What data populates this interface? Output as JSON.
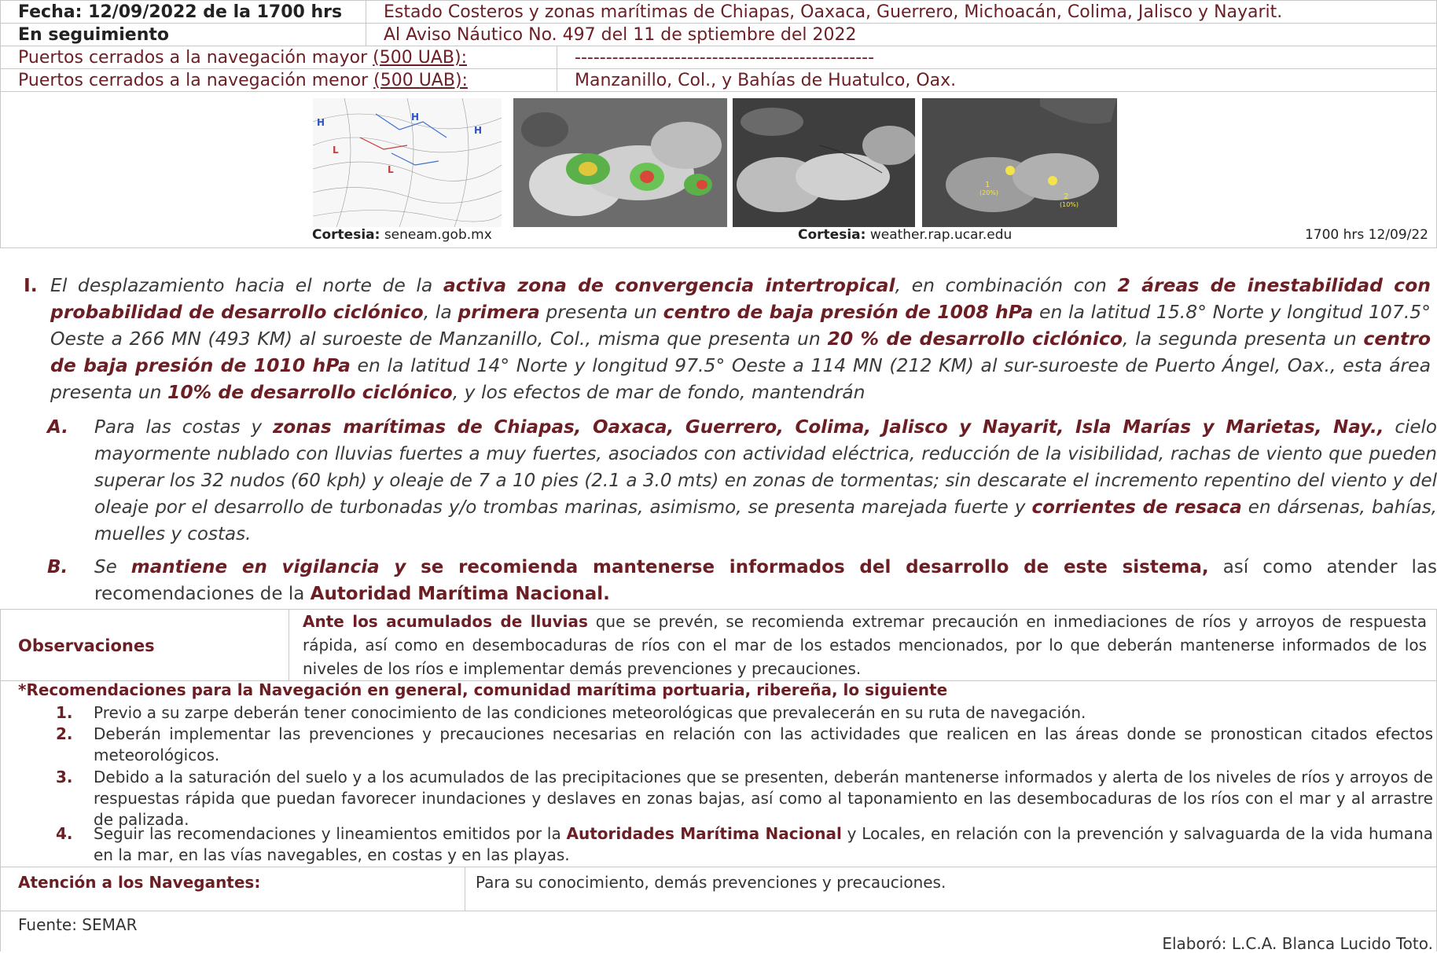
{
  "header": {
    "fecha_label": "Fecha: 12/09/2022 de la 1700 hrs",
    "fecha_value": "Estado Costeros y zonas marítimas de Chiapas, Oaxaca, Guerrero, Michoacán,  Colima, Jalisco y Nayarit.",
    "seguimiento_label": "En seguimiento",
    "seguimiento_value": "Al Aviso Náutico No. 497 del 11 de sptiembre del 2022",
    "mayor_label": "Puertos cerrados a la navegación mayor ",
    "mayor_uab": "(500 UAB):",
    "mayor_value": "------------------------------------------------",
    "menor_label": "Puertos cerrados a la navegación menor ",
    "menor_uab": "(500 UAB):",
    "menor_value": "Manzanillo, Col., y Bahías de Huatulco, Oax."
  },
  "images": {
    "credit1_bold": "Cortesia:",
    "credit1_src": " seneam.gob.mx",
    "credit2_bold": "Cortesia:",
    "credit2_src": " weather.rap.ucar.edu",
    "timestamp": "1700 hrs 12/09/22",
    "outlook_label_1": "1",
    "outlook_pct_1": "(20%)",
    "outlook_label_2": "2",
    "outlook_pct_2": "(10%)"
  },
  "section_I": {
    "numeral": "I.",
    "p1": "El desplazamiento hacia el norte de la ",
    "h1": "activa zona de convergencia intertropical",
    "p2": ", en combinación con ",
    "h2": "2 áreas de inestabilidad con probabilidad de desarrollo ciclónico",
    "p3": ", la ",
    "h3": "primera",
    "p4": " presenta un ",
    "h4": "centro de baja presión de 1008 hPa",
    "p5": " en la latitud 15.8° Norte y longitud 107.5° Oeste a 266 MN (493 KM) al suroeste de Manzanillo, Col., misma que presenta un ",
    "h5": "20 % de desarrollo ciclónico",
    "p6": ", la segunda presenta un ",
    "h6": "centro de baja presión de 1010 hPa",
    "p7": " en la latitud 14° Norte y longitud 97.5° Oeste a 114 MN (212 KM) al sur-suroeste de Puerto Ángel, Oax., esta área presenta un ",
    "h7": "10% de desarrollo ciclónico",
    "p8": ",  y los efectos de mar de fondo, mantendrán"
  },
  "section_A": {
    "letter": "A.",
    "p1": "Para las costas y ",
    "h1": "zonas marítimas de Chiapas, Oaxaca, Guerrero, Colima, Jalisco y Nayarit, Isla Marías y Marietas, Nay.,",
    "p2": " cielo mayormente nublado con lluvias fuertes a muy fuertes, asociados con actividad eléctrica, reducción de la visibilidad, rachas de viento que pueden superar los 32 nudos (60 kph) y oleaje de 7 a 10 pies (2.1 a 3.0 mts) en zonas de tormentas; sin descarate el incremento repentino del viento y del oleaje por el desarrollo de turbonadas y/o trombas marinas, asimismo, se presenta marejada fuerte y ",
    "h2": "corrientes de resaca",
    "p3": " en dársenas, bahías, muelles y costas."
  },
  "section_B": {
    "letter": "B.",
    "p1": "Se ",
    "h1": "mantiene en vigilancia y",
    "h2": " se recomienda mantenerse informados del desarrollo de este sistema,",
    "p2": " así como atender las recomendaciones de la ",
    "h3": "Autoridad Marítima Nacional."
  },
  "observaciones": {
    "label": "Observaciones",
    "bold": "Ante los acumulados de lluvias",
    "text": " que se prevén, se recomienda extremar precaución en inmediaciones de ríos y arroyos de respuesta rápida, así como en desembocaduras de ríos con el mar de los estados mencionados, por lo que deberán mantenerse informados de los niveles de los ríos e implementar demás prevenciones y precauciones."
  },
  "recomendaciones": {
    "title": "*Recomendaciones para la Navegación en general, comunidad marítima portuaria, ribereña, lo siguiente",
    "items": [
      {
        "num": "1.",
        "text": "Previo a su zarpe deberán tener conocimiento de las condiciones meteorológicas que prevalecerán en su ruta de navegación."
      },
      {
        "num": "2.",
        "text": "Deberán implementar las prevenciones y precauciones necesarias en relación con las actividades que realicen en las áreas donde se pronostican citados efectos meteorológicos."
      },
      {
        "num": "3.",
        "text": "Debido a la saturación del suelo y a los acumulados de las precipitaciones que se presenten, deberán mantenerse informados y alerta de los niveles de ríos y arroyos de respuestas rápida que puedan favorecer inundaciones y deslaves en zonas bajas, así como al taponamiento en las desembocaduras de los ríos con el mar y al arrastre de palizada."
      },
      {
        "num": "4.",
        "pre": "Seguir las recomendaciones y lineamientos emitidos por la ",
        "bold": "Autoridades Marítima Nacional",
        "post": " y Locales, en relación con la prevención y salvaguarda de la vida humana en la mar, en las vías navegables, en costas y en las playas."
      }
    ]
  },
  "atencion": {
    "label": "Atención a los Navegantes:",
    "text": "Para su conocimiento, demás prevenciones y precauciones."
  },
  "footer": {
    "fuente": "Fuente: SEMAR",
    "elaboro": "Elaboró: L.C.A. Blanca Lucido Toto."
  }
}
